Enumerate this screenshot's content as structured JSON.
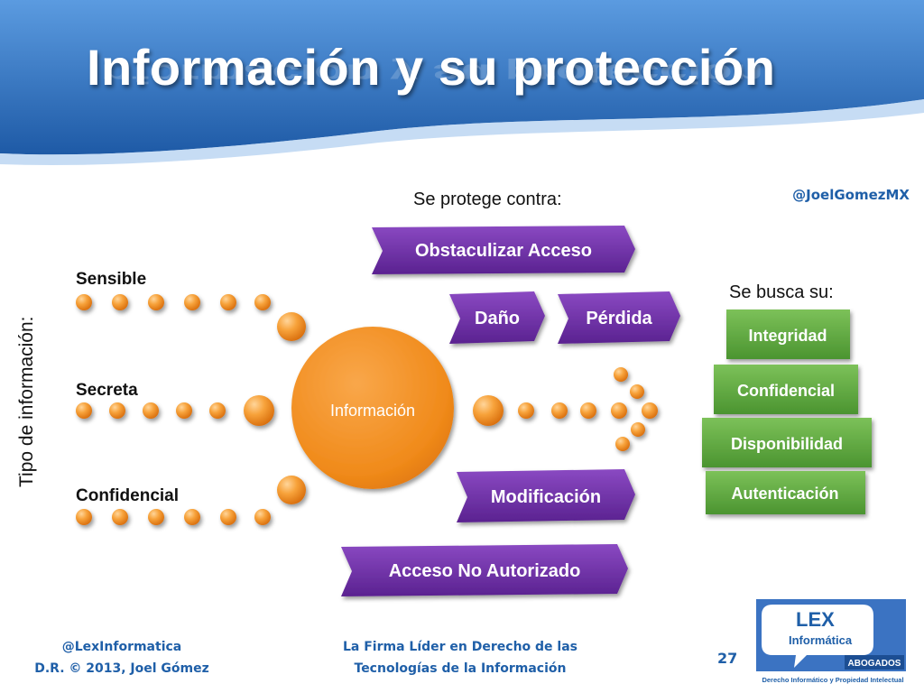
{
  "slide": {
    "title": "Información y su protección",
    "handle": "@JoelGomezMX",
    "protect_heading": "Se protege contra:",
    "seek_heading": "Se busca su:",
    "vertical_label": "Tipo de información:",
    "center_label": "Información",
    "info_types": [
      "Sensible",
      "Secreta",
      "Confidencial"
    ],
    "threats": {
      "obstaculizar": "Obstaculizar Acceso",
      "dano": "Daño",
      "perdida": "Pérdida",
      "modificacion": "Modificación",
      "acceso_no_autorizado": "Acceso No Autorizado"
    },
    "goals": [
      "Integridad",
      "Confidencial",
      "Disponibilidad",
      "Autenticación"
    ],
    "footer_left": [
      "@LexInformatica",
      "D.R. © 2013, Joel Gómez"
    ],
    "footer_center": [
      "La Firma Líder en Derecho de las",
      "Tecnologías de la Información"
    ],
    "slide_number": "27",
    "logo": {
      "main": "LEX",
      "sub": "Informática",
      "badge": "ABOGADOS",
      "tagline": "Derecho Informático y Propiedad Intelectual"
    }
  },
  "colors": {
    "header_blue": "#2b6cb5",
    "purple": "#6a2d9e",
    "green": "#5aa43a",
    "orange": "#f08a1a",
    "footer_blue": "#1f5fa8"
  }
}
